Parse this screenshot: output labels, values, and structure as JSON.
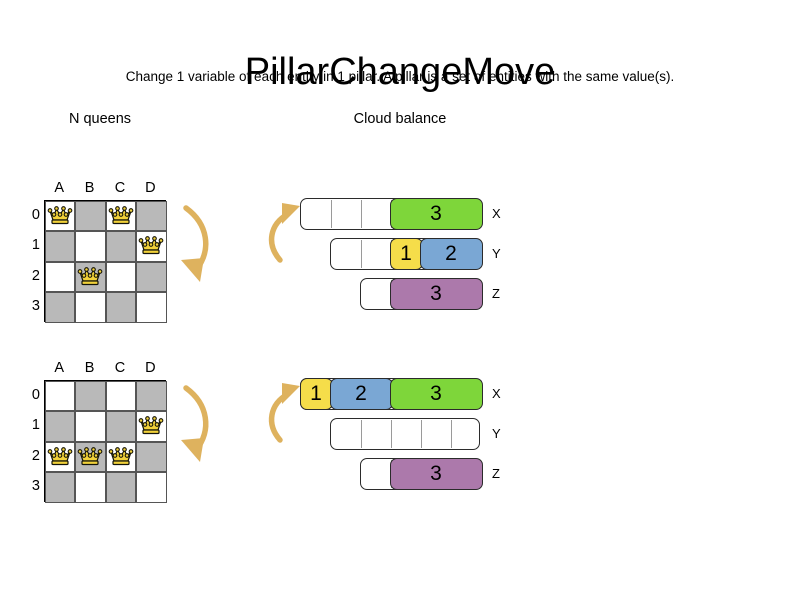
{
  "header": {
    "title": "PillarChangeMove",
    "subtitle": "Change 1 variable of each entity in 1 pillar. A pillar is a set of entities with the same value(s)."
  },
  "sections": {
    "nqueens_heading": "N queens",
    "cloudbalance_heading": "Cloud balance"
  },
  "colors": {
    "green": "#7ed63a",
    "yellow": "#f5dd4a",
    "blue": "#7aa7d4",
    "purple": "#ac79ab",
    "arrow": "#deb25e",
    "dark_cell": "#b9b9b9",
    "light_cell": "#ffffff"
  },
  "nqueens": {
    "column_labels": [
      "A",
      "B",
      "C",
      "D"
    ],
    "row_labels": [
      "0",
      "1",
      "2",
      "3"
    ],
    "boards": [
      {
        "name": "before",
        "queens": [
          {
            "col": 0,
            "row": 0
          },
          {
            "col": 2,
            "row": 0
          },
          {
            "col": 3,
            "row": 1
          },
          {
            "col": 1,
            "row": 2
          }
        ]
      },
      {
        "name": "after",
        "queens": [
          {
            "col": 3,
            "row": 1
          },
          {
            "col": 0,
            "row": 2
          },
          {
            "col": 1,
            "row": 2
          },
          {
            "col": 2,
            "row": 2
          }
        ]
      }
    ],
    "arrow_direction": "down"
  },
  "cloudbalance": {
    "row_labels": [
      "X",
      "Y",
      "Z"
    ],
    "arrow_direction": "up",
    "groups": [
      {
        "name": "before",
        "rows": [
          {
            "label": "X",
            "capacity": 6,
            "segments": [
              {
                "value": "3",
                "size": 3,
                "color": "#7ed63a"
              }
            ]
          },
          {
            "label": "Y",
            "capacity": 5,
            "segments": [
              {
                "value": "1",
                "size": 1,
                "color": "#f5dd4a"
              },
              {
                "value": "2",
                "size": 2,
                "color": "#7aa7d4"
              }
            ]
          },
          {
            "label": "Z",
            "capacity": 4,
            "segments": [
              {
                "value": "3",
                "size": 3,
                "color": "#ac79ab"
              }
            ]
          }
        ]
      },
      {
        "name": "after",
        "rows": [
          {
            "label": "X",
            "capacity": 6,
            "segments": [
              {
                "value": "1",
                "size": 1,
                "color": "#f5dd4a"
              },
              {
                "value": "2",
                "size": 2,
                "color": "#7aa7d4"
              },
              {
                "value": "3",
                "size": 3,
                "color": "#7ed63a"
              }
            ]
          },
          {
            "label": "Y",
            "capacity": 5,
            "segments": []
          },
          {
            "label": "Z",
            "capacity": 4,
            "segments": [
              {
                "value": "3",
                "size": 3,
                "color": "#ac79ab"
              }
            ]
          }
        ]
      }
    ]
  }
}
